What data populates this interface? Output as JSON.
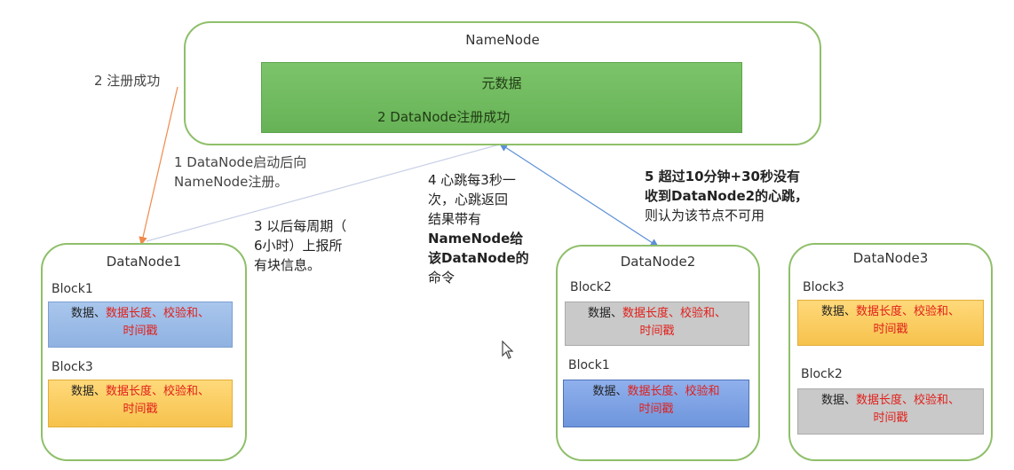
{
  "namenode": {
    "title": "NameNode",
    "meta_title": "元数据",
    "meta_sub": "2 DataNode注册成功"
  },
  "notes": {
    "reg_success": "2 注册成功",
    "step1_l1": "1 DataNode启动后向",
    "step1_l2": "NameNode注册。",
    "step3_l1": "3 以后每周期（",
    "step3_l2": "6小时）上报所",
    "step3_l3": "有块信息。",
    "step4_l1": "4 心跳每3秒一",
    "step4_l2": "次，心跳返回",
    "step4_l3": "结果带有",
    "step4_l4": "NameNode给",
    "step4_l5": "该DataNode的",
    "step4_l6": "命令",
    "step5_l1": "5 超过10分钟+30秒没有",
    "step5_l2": "收到DataNode2的心跳，",
    "step5_l3": "则认为该节点不可用"
  },
  "block_text": {
    "data": "数据、",
    "len": "数据长度、",
    "chk": "校验和、",
    "chk_nocomma": "校验和",
    "ts": "时间戳"
  },
  "datanodes": [
    {
      "title": "DataNode1",
      "blocks": [
        {
          "label": "Block1"
        },
        {
          "label": "Block3"
        }
      ]
    },
    {
      "title": "DataNode2",
      "blocks": [
        {
          "label": "Block2"
        },
        {
          "label": "Block1"
        }
      ]
    },
    {
      "title": "DataNode3",
      "blocks": [
        {
          "label": "Block3"
        },
        {
          "label": "Block2"
        }
      ]
    }
  ],
  "colors": {
    "node_border": "#8fbf6a",
    "meta_fill": "#6fba5d",
    "arrow_register": "#f08a4b",
    "arrow_heartbeat": "#5b8fd6",
    "emphasis": "#e0201b"
  }
}
